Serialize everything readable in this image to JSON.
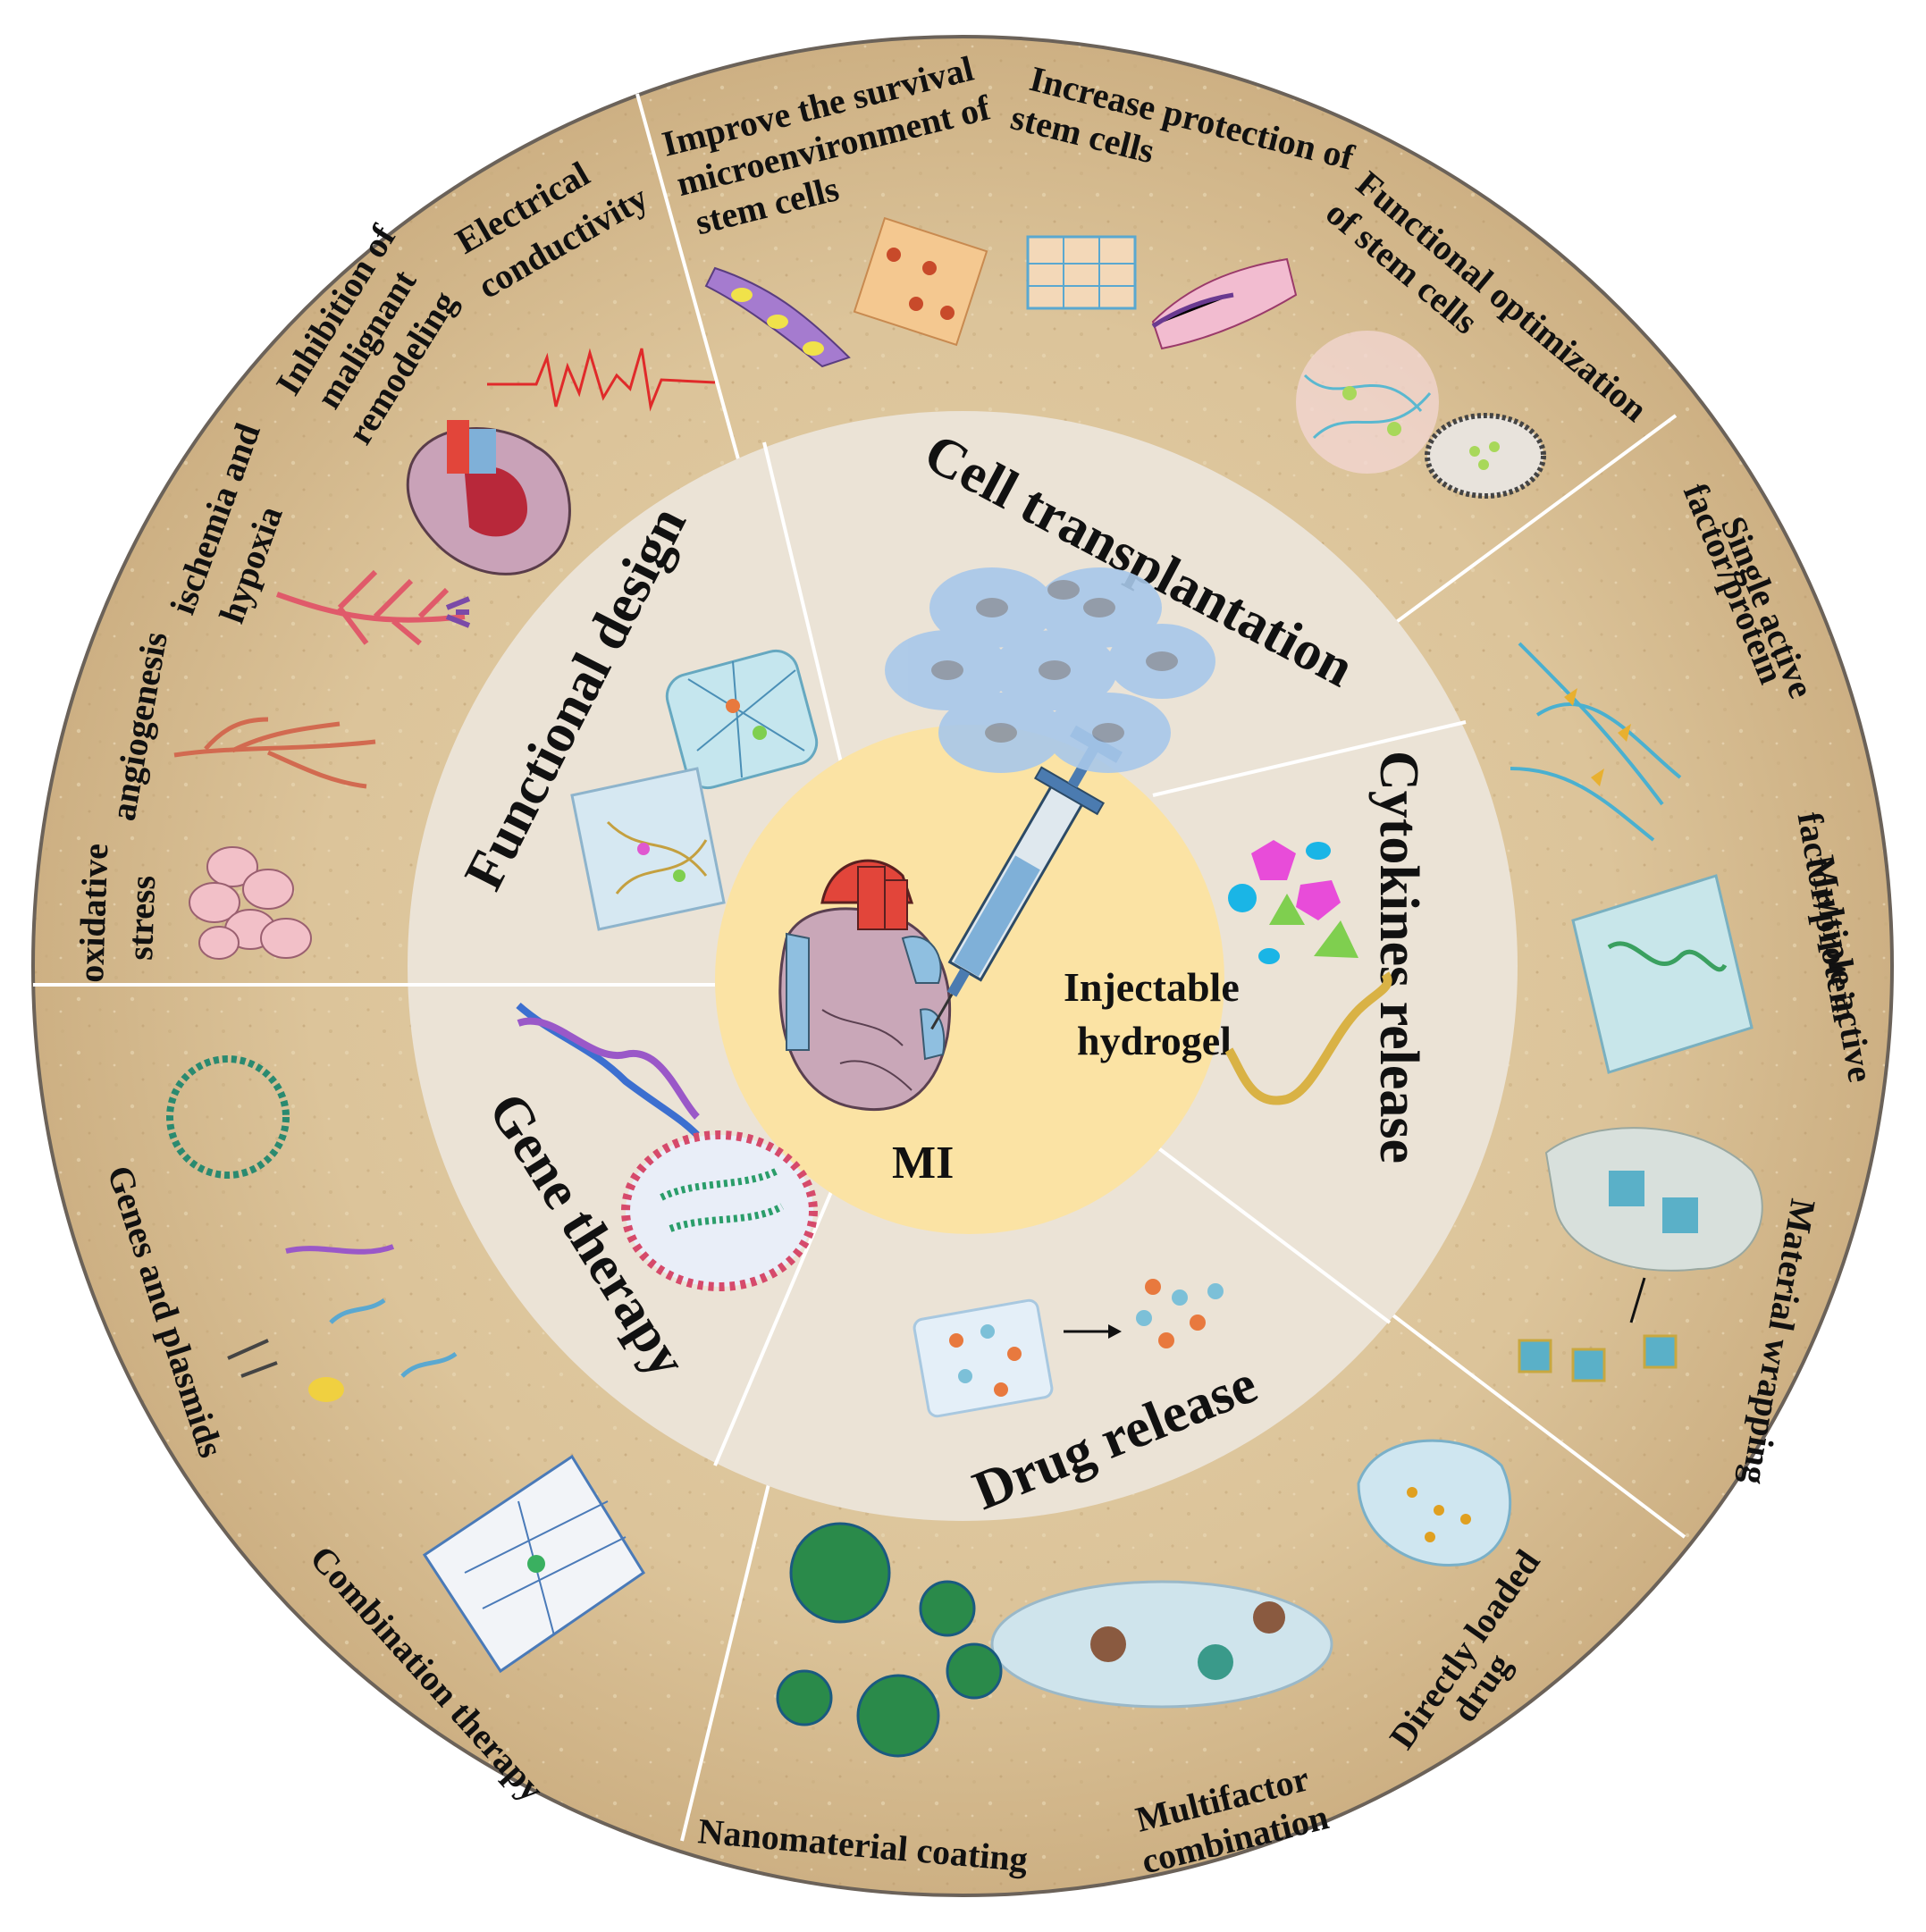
{
  "center": {
    "line1": "Injectable",
    "line2": "hydrogel",
    "mi": "MI"
  },
  "sections": {
    "cell_transplantation": "Cell transplantation",
    "cytokines_release": "Cytokines release",
    "drug_release": "Drug release",
    "gene_therapy": "Gene therapy",
    "functional_design": "Functional design"
  },
  "outer": {
    "improve_l1": "Improve the survival",
    "improve_l2": "microenvironment of",
    "improve_l3": "stem cells",
    "increase_l1": "Increase protection of",
    "increase_l2": "stem cells",
    "functional_l1": "Functional optimization",
    "functional_l2": "of stem cells",
    "single_l1": "Single active",
    "single_l2": "factor/protein",
    "multiple_l1": "Multiple active",
    "multiple_l2": "factor/protein",
    "material_wrapping": "Material wrapping",
    "directly_l1": "Directly loaded",
    "directly_l2": "drug",
    "multifactor_l1": "Multifactor",
    "multifactor_l2": "combination",
    "nanomaterial": "Nanomaterial coating",
    "combination": "Combination therapy",
    "genes": "Genes and plasmids",
    "oxidative_l1": "oxidative",
    "oxidative_l2": "stress",
    "angiogenesis": "angiogenesis",
    "ischemia_l1": "ischemia and",
    "ischemia_l2": "hypoxia",
    "inhibition_l1": "Inhibition of",
    "inhibition_l2": "malignant",
    "inhibition_l3": "remodeling",
    "electrical_l1": "Electrical",
    "electrical_l2": "conductivity"
  },
  "colors": {
    "outer_ring": "#dcc49a",
    "middle_ring": "#ebe3d6",
    "center": "#fbe3a4",
    "divider": "#ffffff"
  }
}
